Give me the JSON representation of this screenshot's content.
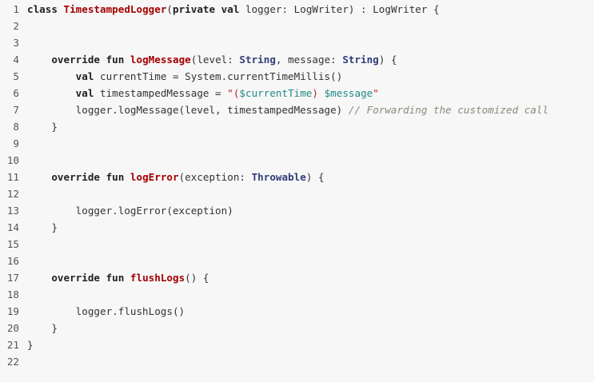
{
  "lines": [
    {
      "n": "1",
      "tokens": [
        {
          "t": "class ",
          "c": "kw"
        },
        {
          "t": "TimestampedLogger",
          "c": "fn"
        },
        {
          "t": "(",
          "c": "pl"
        },
        {
          "t": "private val ",
          "c": "kw"
        },
        {
          "t": "logger: LogWriter) : LogWriter {",
          "c": "pl"
        }
      ]
    },
    {
      "n": "2",
      "tokens": []
    },
    {
      "n": "3",
      "tokens": []
    },
    {
      "n": "4",
      "tokens": [
        {
          "t": "    override fun ",
          "c": "kw"
        },
        {
          "t": "logMessage",
          "c": "fn"
        },
        {
          "t": "(level: ",
          "c": "pl"
        },
        {
          "t": "String",
          "c": "ty"
        },
        {
          "t": ", message: ",
          "c": "pl"
        },
        {
          "t": "String",
          "c": "ty"
        },
        {
          "t": ") {",
          "c": "pl"
        }
      ]
    },
    {
      "n": "5",
      "tokens": [
        {
          "t": "        val ",
          "c": "kw"
        },
        {
          "t": "currentTime = System.currentTimeMillis()",
          "c": "pl"
        }
      ]
    },
    {
      "n": "6",
      "tokens": [
        {
          "t": "        val ",
          "c": "kw"
        },
        {
          "t": "timestampedMessage = ",
          "c": "pl"
        },
        {
          "t": "\"(",
          "c": "str"
        },
        {
          "t": "$currentTime",
          "c": "interp"
        },
        {
          "t": ") ",
          "c": "str"
        },
        {
          "t": "$message",
          "c": "interp"
        },
        {
          "t": "\"",
          "c": "str"
        }
      ]
    },
    {
      "n": "7",
      "tokens": [
        {
          "t": "        logger.logMessage(level, timestampedMessage) ",
          "c": "pl"
        },
        {
          "t": "// Forwarding the customized call",
          "c": "cm"
        }
      ]
    },
    {
      "n": "8",
      "tokens": [
        {
          "t": "    }",
          "c": "pl"
        }
      ]
    },
    {
      "n": "9",
      "tokens": []
    },
    {
      "n": "10",
      "tokens": []
    },
    {
      "n": "11",
      "tokens": [
        {
          "t": "    override fun ",
          "c": "kw"
        },
        {
          "t": "logError",
          "c": "fn"
        },
        {
          "t": "(exception: ",
          "c": "pl"
        },
        {
          "t": "Throwable",
          "c": "ty"
        },
        {
          "t": ") {",
          "c": "pl"
        }
      ]
    },
    {
      "n": "12",
      "tokens": []
    },
    {
      "n": "13",
      "tokens": [
        {
          "t": "        logger.logError(exception)",
          "c": "pl"
        }
      ]
    },
    {
      "n": "14",
      "tokens": [
        {
          "t": "    }",
          "c": "pl"
        }
      ]
    },
    {
      "n": "15",
      "tokens": []
    },
    {
      "n": "16",
      "tokens": []
    },
    {
      "n": "17",
      "tokens": [
        {
          "t": "    override fun ",
          "c": "kw"
        },
        {
          "t": "flushLogs",
          "c": "fn"
        },
        {
          "t": "() {",
          "c": "pl"
        }
      ]
    },
    {
      "n": "18",
      "tokens": []
    },
    {
      "n": "19",
      "tokens": [
        {
          "t": "        logger.flushLogs()",
          "c": "pl"
        }
      ]
    },
    {
      "n": "20",
      "tokens": [
        {
          "t": "    }",
          "c": "pl"
        }
      ]
    },
    {
      "n": "21",
      "tokens": [
        {
          "t": "}",
          "c": "pl"
        }
      ]
    },
    {
      "n": "22",
      "tokens": []
    }
  ]
}
